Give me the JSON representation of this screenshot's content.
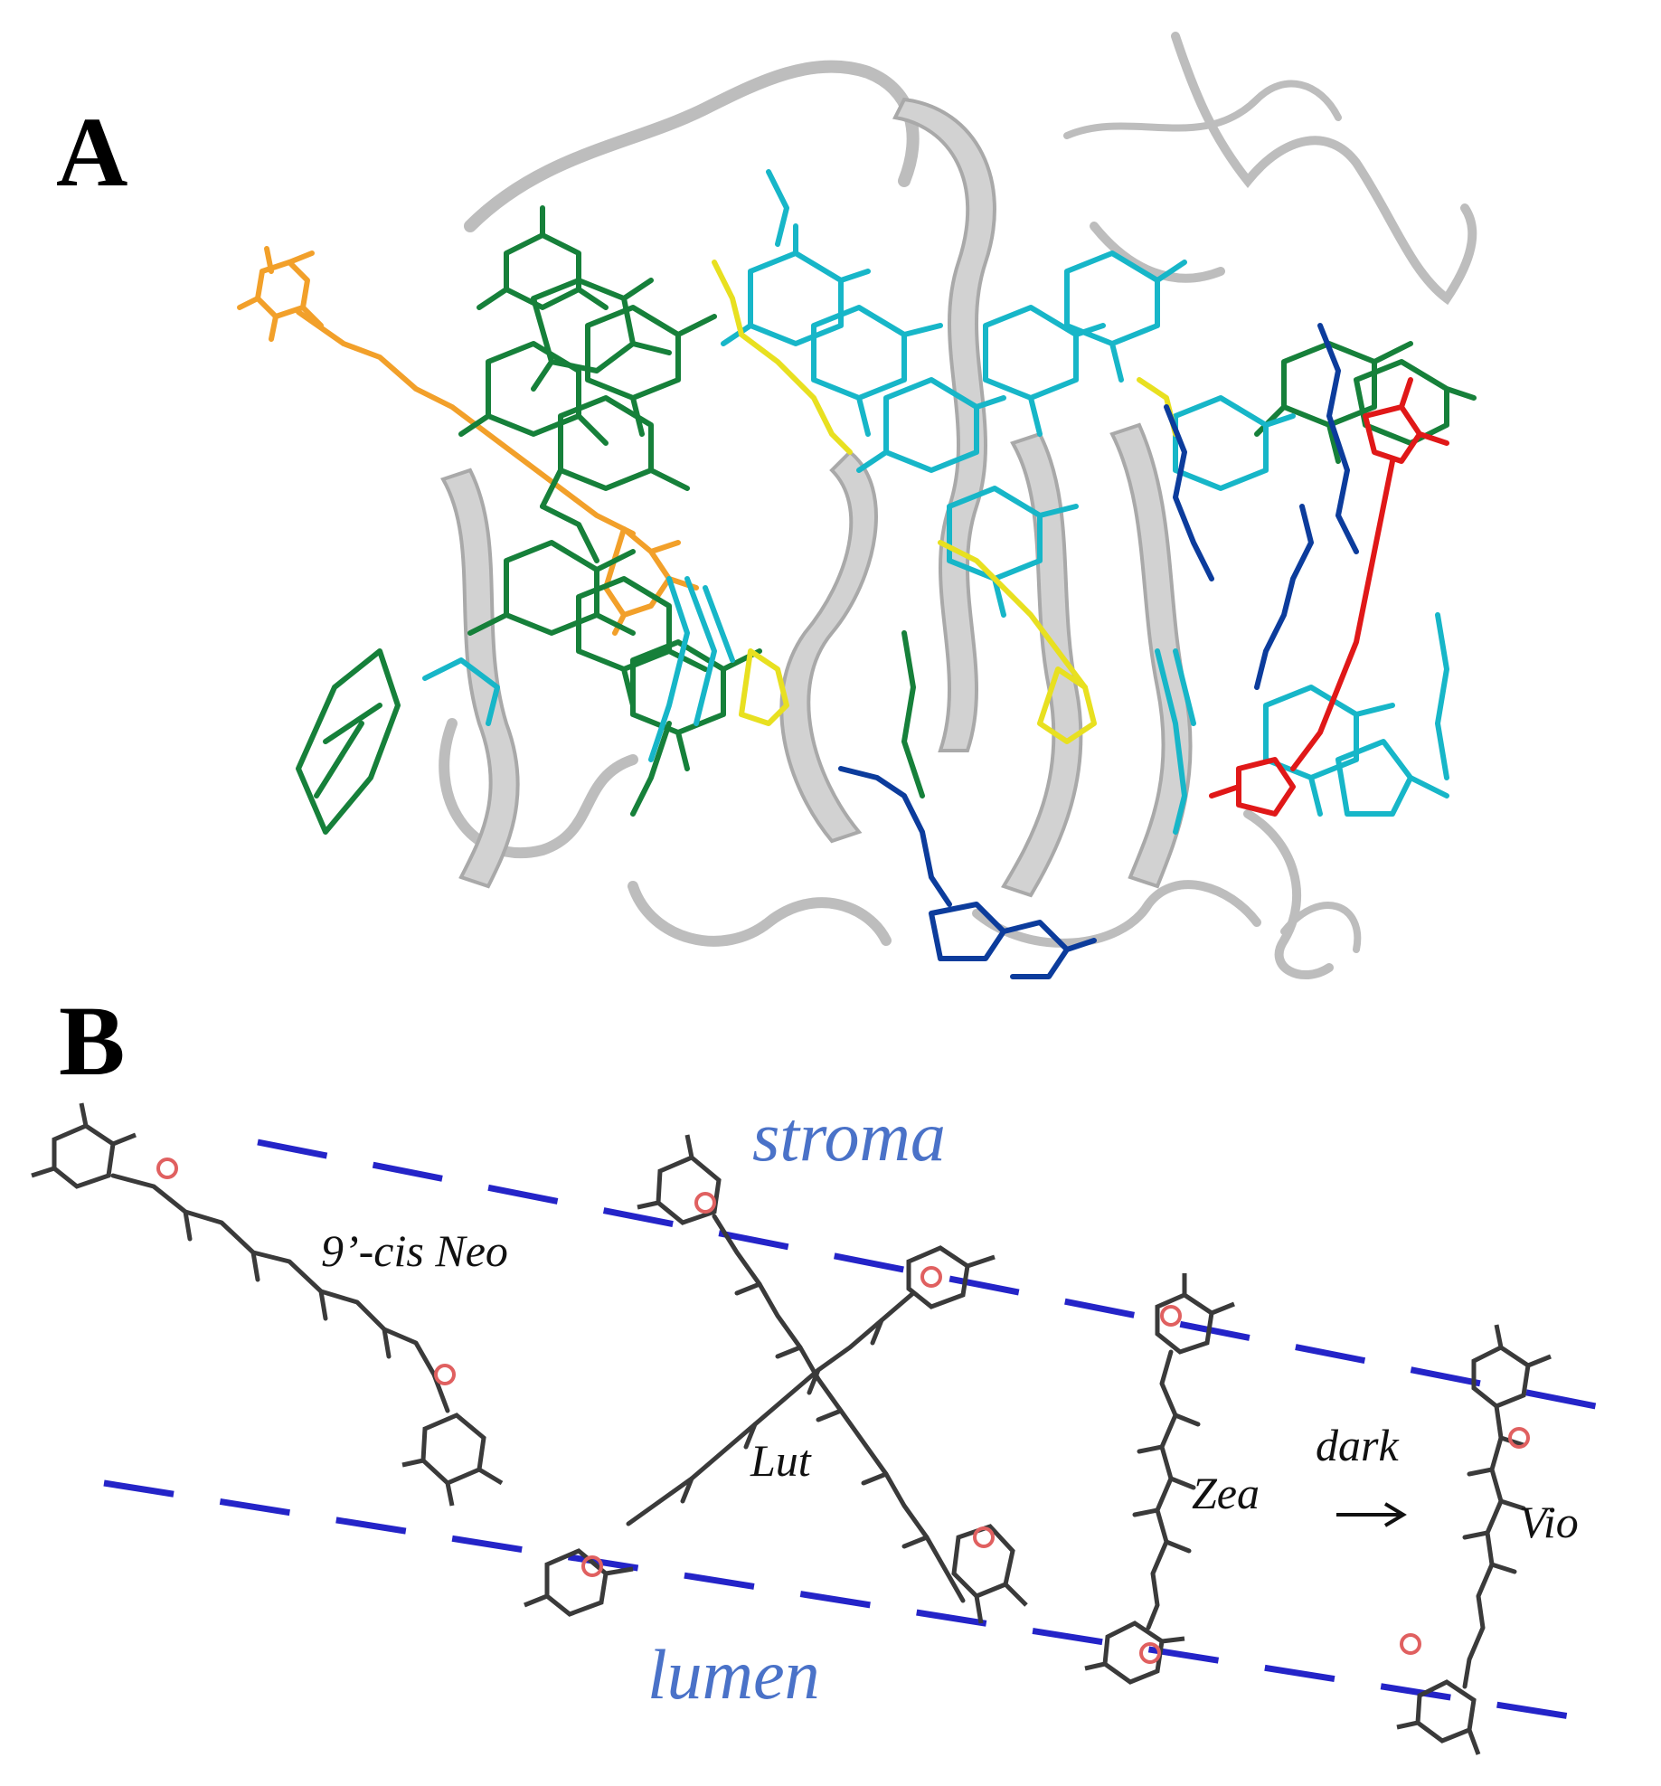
{
  "panels": {
    "a": {
      "letter": "A"
    },
    "b": {
      "letter": "B",
      "region_top": "stroma",
      "region_bottom": "lumen",
      "molecules": {
        "neo": "9’-cis Neo",
        "lut": "Lut",
        "zea": "Zea",
        "vio": "Vio"
      },
      "arrow_label": "dark"
    }
  },
  "colors": {
    "chlorophyll_a": "#16803a",
    "chlorophyll_b": "#17b6c8",
    "lutein": "#e8e020",
    "neoxanthin": "#f2a02a",
    "violaxanthin": "#e01818",
    "lipid": "#0c3c9c",
    "protein": "#bdbdbd",
    "membrane": "#2424c8",
    "region_text": "#4a72c8"
  }
}
